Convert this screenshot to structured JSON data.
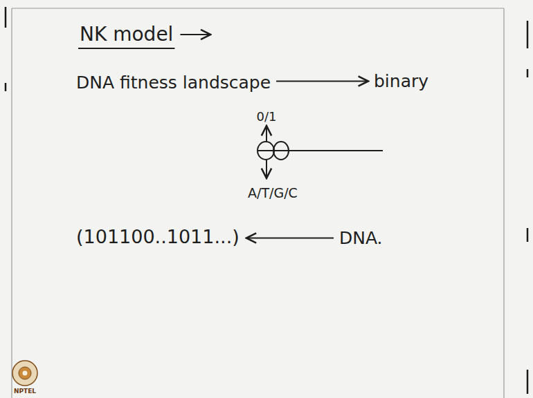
{
  "diagram": {
    "labels": [
      "NK model",
      "DNA fitness landscape",
      "binary",
      "0/1",
      "A/T/G/C",
      "(101100..1011...)",
      "DNA.",
      "NPTEL"
    ]
  }
}
